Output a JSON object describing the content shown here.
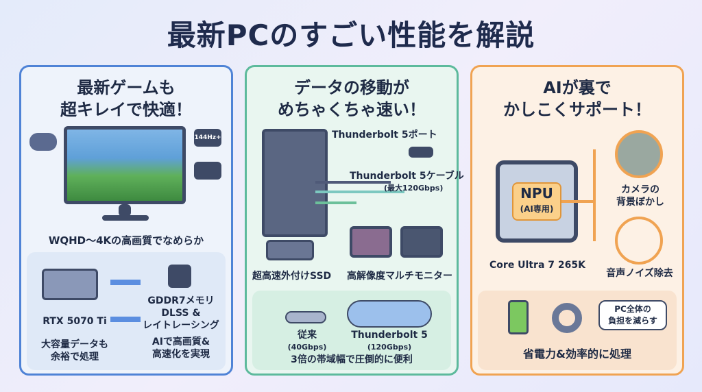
{
  "title": "最新PCのすごい性能を解説",
  "panels": [
    {
      "heading_1": "最新ゲームも",
      "heading_2": "超キレイで快適！",
      "hz_badge": "144Hz+",
      "caption": "WQHD〜4Kの高画質でなめらか",
      "gpu": "RTX 5070 Ti",
      "gpu_desc_1": "大容量データも",
      "gpu_desc_2": "余裕で処理",
      "features_1": "GDDR7メモリ",
      "features_2": "DLSS &",
      "features_3": "レイトレーシング",
      "features_desc_1": "AIで高画質&",
      "features_desc_2": "高速化を実現"
    },
    {
      "heading_1": "データの移動が",
      "heading_2": "めちゃくちゃ速い！",
      "port_label": "Thunderbolt 5ポート",
      "cable_label": "Thunderbolt 5ケーブル",
      "cable_speed": "(最大120Gbps)",
      "ssd_label": "超高速外付けSSD",
      "monitor_label": "高解像度マルチモニター",
      "old_label": "従来",
      "old_speed": "(40Gbps)",
      "new_label": "Thunderbolt 5",
      "new_speed": "(120Gbps)",
      "bandwidth_caption": "3倍の帯域幅で圧倒的に便利"
    },
    {
      "heading_1": "AIが裏で",
      "heading_2": "かしこくサポート！",
      "npu": "NPU",
      "npu_sub": "(AI専用)",
      "cpu": "Core Ultra 7 265K",
      "camera_1": "カメラの",
      "camera_2": "背景ぼかし",
      "noise": "音声ノイズ除去",
      "bubble_1": "PC全体の",
      "bubble_2": "負担を減らす",
      "efficiency": "省電力&効率的に処理"
    }
  ],
  "colors": {
    "blue": "#4f83d6",
    "green": "#5dba9c",
    "orange": "#f0a352"
  }
}
